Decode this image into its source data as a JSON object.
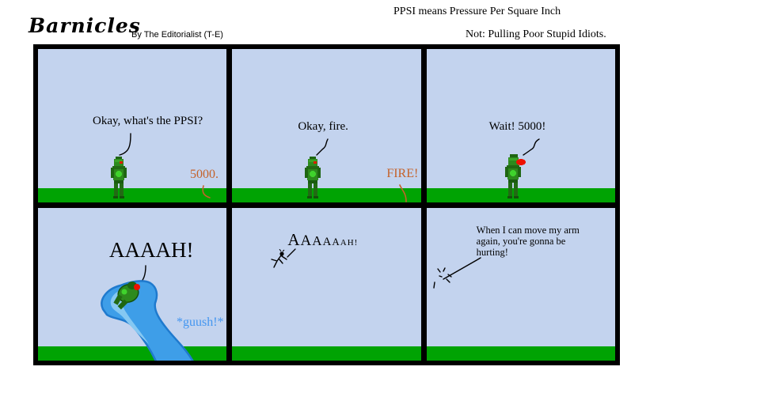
{
  "header": {
    "title": "Barnicles",
    "byline": "By The Editorialist (T-E)",
    "note_line1": "PPSI means Pressure Per Square Inch",
    "note_line2": "Not: Pulling Poor Stupid Idiots."
  },
  "colors": {
    "sky": "#c3d3ee",
    "ground_green": "#00a303",
    "speech_text": "#000000",
    "offscreen_voice_orange": "#c4622a",
    "water_main_blue": "#3e9ee8",
    "water_light_blue": "#85c8f2",
    "water_dark_blue": "#1f7ace",
    "sfx_blue": "#4496f0",
    "armor_green": "#2d8a1d",
    "visor_red": "#dd1c00"
  },
  "panels": [
    {
      "id": 1,
      "speech": "Okay, what's the PPSI?",
      "reply": "5000."
    },
    {
      "id": 2,
      "speech": "Okay, fire.",
      "reply": "FIRE!"
    },
    {
      "id": 3,
      "speech": "Wait! 5000!"
    },
    {
      "id": 4,
      "speech": "AAAAH!",
      "sfx": "*guush!*"
    },
    {
      "id": 5,
      "speech": "AAAAAAH!"
    },
    {
      "id": 6,
      "speech": "When I can move my arm again, you're gonna be hurting!"
    }
  ]
}
